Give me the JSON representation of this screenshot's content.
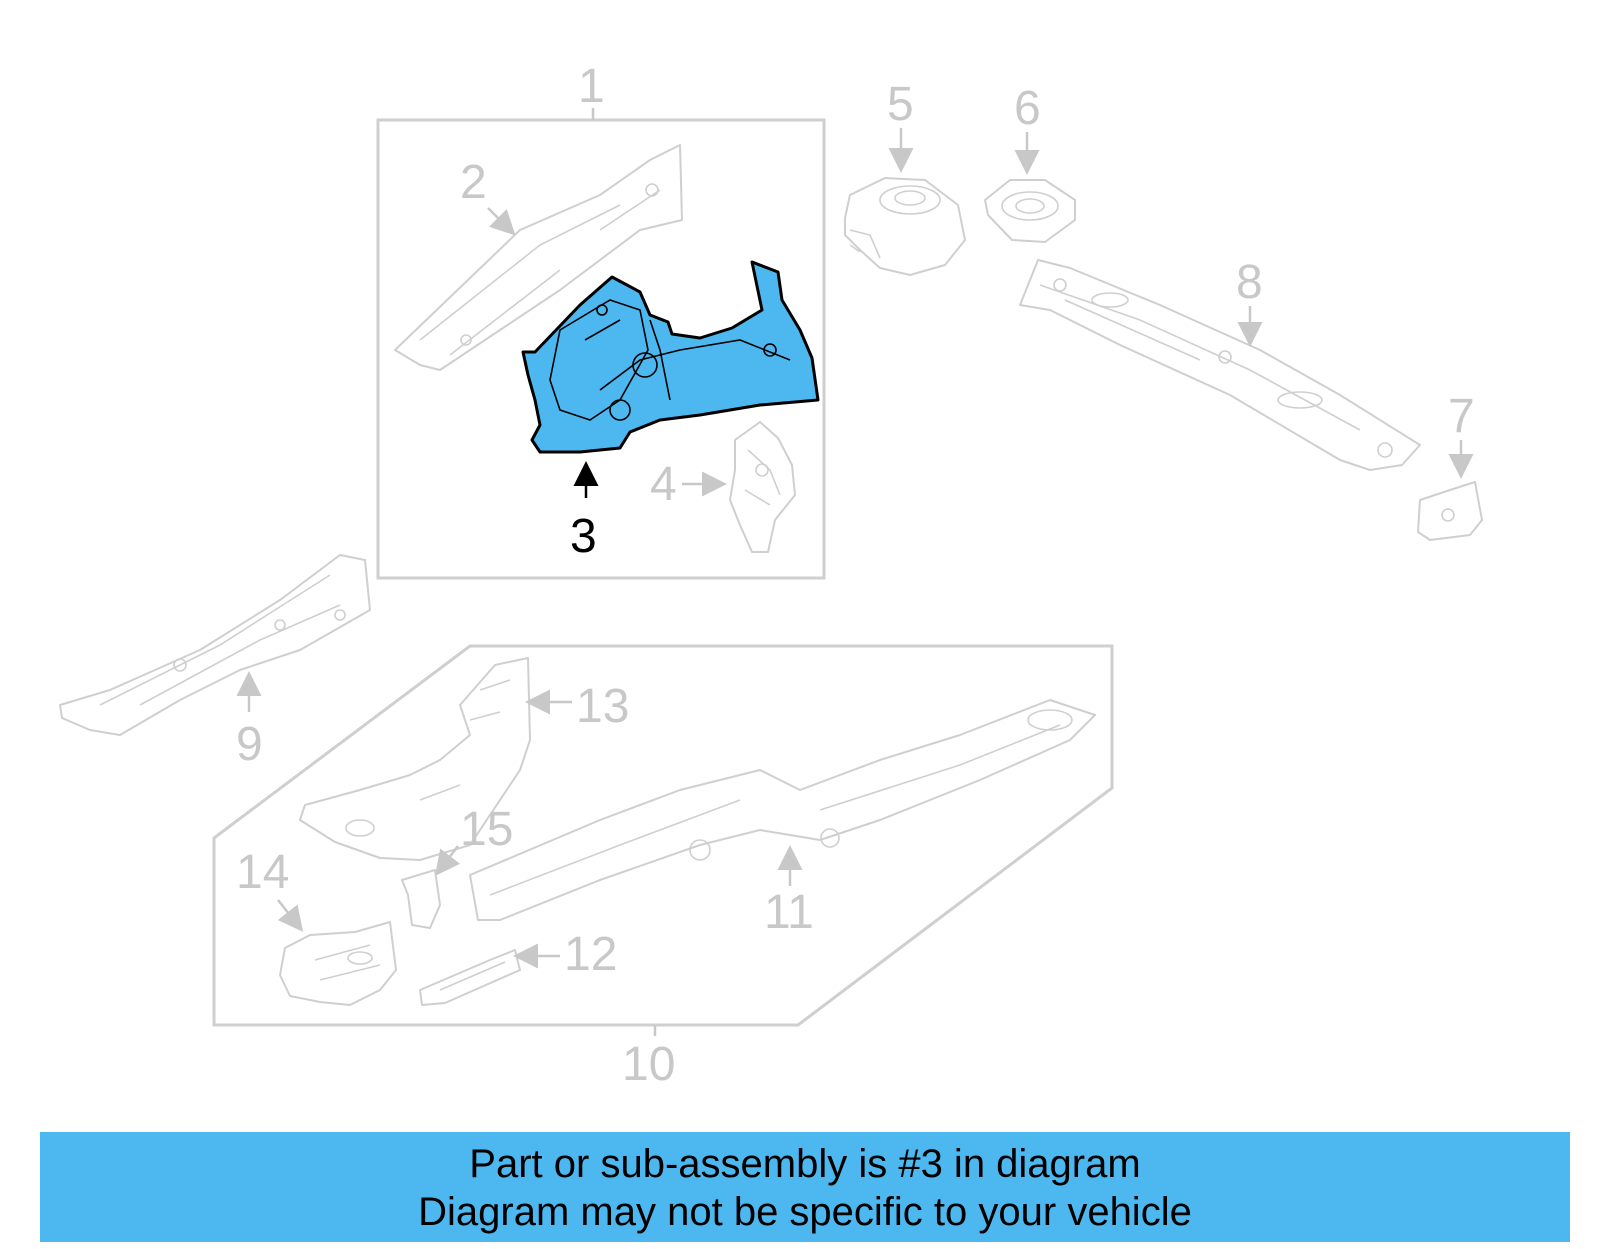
{
  "highlight_color": "#4db8f0",
  "highlighted_part": "3",
  "callouts": {
    "c1": "1",
    "c2": "2",
    "c3": "3",
    "c4": "4",
    "c5": "5",
    "c6": "6",
    "c7": "7",
    "c8": "8",
    "c9": "9",
    "c10": "10",
    "c11": "11",
    "c12": "12",
    "c13": "13",
    "c14": "14",
    "c15": "15"
  },
  "banner": {
    "line1": "Part or sub-assembly is #3 in diagram",
    "line2": "Diagram may not be specific to your vehicle"
  }
}
